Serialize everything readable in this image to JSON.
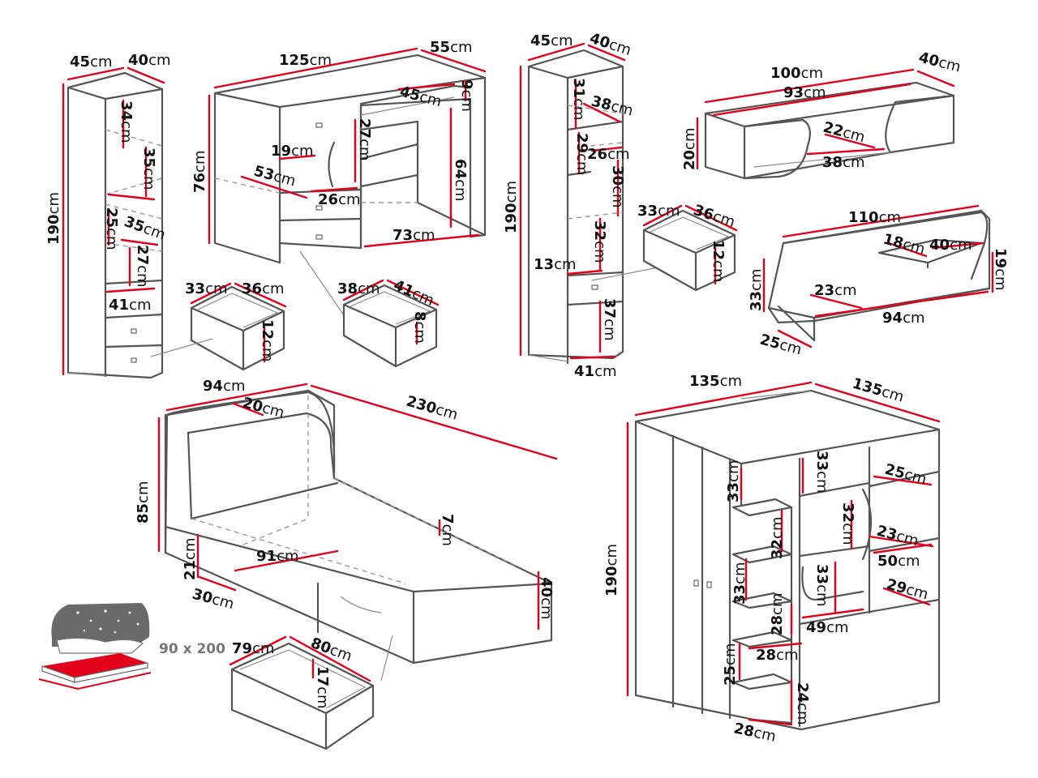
{
  "colors": {
    "dimension_line": "#e3001b",
    "outline": "#555555",
    "bed_icon_red": "#e3001b",
    "bed_icon_grey": "#6a6a6a"
  },
  "bed_icon": {
    "name": "bed-icon",
    "size_label": "90 x 200"
  },
  "bookcase_tall": {
    "width": {
      "num": "45",
      "unit": "cm"
    },
    "depth": {
      "num": "40",
      "unit": "cm"
    },
    "height": {
      "num": "190",
      "unit": "cm"
    },
    "shelf_1": {
      "num": "34",
      "unit": "cm"
    },
    "shelf_2": {
      "num": "35",
      "unit": "cm"
    },
    "shelf_3": {
      "num": "25",
      "unit": "cm"
    },
    "shelf_depth": {
      "num": "35",
      "unit": "cm"
    },
    "shelf_4": {
      "num": "27",
      "unit": "cm"
    },
    "inner_width": {
      "num": "41",
      "unit": "cm"
    }
  },
  "drawer_1": {
    "width": {
      "num": "33",
      "unit": "cm"
    },
    "depth": {
      "num": "36",
      "unit": "cm"
    },
    "height": {
      "num": "12",
      "unit": "cm"
    }
  },
  "desk": {
    "width": {
      "num": "125",
      "unit": "cm"
    },
    "depth": {
      "num": "55",
      "unit": "cm"
    },
    "height": {
      "num": "76",
      "unit": "cm"
    },
    "top_shelf_depth": {
      "num": "45",
      "unit": "cm"
    },
    "top_shelf_height": {
      "num": "9",
      "unit": "cm"
    },
    "niche_height": {
      "num": "27",
      "unit": "cm"
    },
    "niche_width": {
      "num": "19",
      "unit": "cm"
    },
    "niche_depth": {
      "num": "53",
      "unit": "cm"
    },
    "niche_shelf": {
      "num": "26",
      "unit": "cm"
    },
    "leg_height": {
      "num": "64",
      "unit": "cm"
    },
    "knee_width": {
      "num": "73",
      "unit": "cm"
    }
  },
  "drawer_2": {
    "width": {
      "num": "38",
      "unit": "cm"
    },
    "depth": {
      "num": "41",
      "unit": "cm"
    },
    "height": {
      "num": "8",
      "unit": "cm"
    }
  },
  "bookcase_2": {
    "width": {
      "num": "45",
      "unit": "cm"
    },
    "depth": {
      "num": "40",
      "unit": "cm"
    },
    "height": {
      "num": "190",
      "unit": "cm"
    },
    "shelf_1": {
      "num": "31",
      "unit": "cm"
    },
    "shelf_depth": {
      "num": "38",
      "unit": "cm"
    },
    "shelf_2": {
      "num": "29",
      "unit": "cm"
    },
    "shelf_width": {
      "num": "26",
      "unit": "cm"
    },
    "shelf_3": {
      "num": "30",
      "unit": "cm"
    },
    "shelf_4": {
      "num": "32",
      "unit": "cm"
    },
    "drawer_front": {
      "num": "13",
      "unit": "cm"
    },
    "bottom": {
      "num": "37",
      "unit": "cm"
    },
    "inner_width": {
      "num": "41",
      "unit": "cm"
    }
  },
  "drawer_3": {
    "width": {
      "num": "33",
      "unit": "cm"
    },
    "depth": {
      "num": "36",
      "unit": "cm"
    },
    "height": {
      "num": "12",
      "unit": "cm"
    }
  },
  "wall_shelf_1": {
    "width": {
      "num": "100",
      "unit": "cm"
    },
    "depth": {
      "num": "40",
      "unit": "cm"
    },
    "inner_width": {
      "num": "93",
      "unit": "cm"
    },
    "height": {
      "num": "20",
      "unit": "cm"
    },
    "inner_depth": {
      "num": "22",
      "unit": "cm"
    },
    "bottom_width": {
      "num": "38",
      "unit": "cm"
    }
  },
  "wall_shelf_2": {
    "width": {
      "num": "110",
      "unit": "cm"
    },
    "small_shelf_depth": {
      "num": "18",
      "unit": "cm"
    },
    "small_shelf_width": {
      "num": "40",
      "unit": "cm"
    },
    "side_height": {
      "num": "19",
      "unit": "cm"
    },
    "height": {
      "num": "33",
      "unit": "cm"
    },
    "shelf_depth": {
      "num": "23",
      "unit": "cm"
    },
    "shelf_width": {
      "num": "94",
      "unit": "cm"
    },
    "depth": {
      "num": "25",
      "unit": "cm"
    }
  },
  "bed": {
    "width": {
      "num": "94",
      "unit": "cm"
    },
    "headboard": {
      "num": "20",
      "unit": "cm"
    },
    "length": {
      "num": "230",
      "unit": "cm"
    },
    "height": {
      "num": "85",
      "unit": "cm"
    },
    "rail": {
      "num": "7",
      "unit": "cm"
    },
    "base_height": {
      "num": "21",
      "unit": "cm"
    },
    "inner_width": {
      "num": "91",
      "unit": "cm"
    },
    "base_depth": {
      "num": "30",
      "unit": "cm"
    },
    "side_height": {
      "num": "40",
      "unit": "cm"
    }
  },
  "drawer_4": {
    "width": {
      "num": "79",
      "unit": "cm"
    },
    "depth": {
      "num": "80",
      "unit": "cm"
    },
    "height": {
      "num": "17",
      "unit": "cm"
    }
  },
  "corner_wardrobe": {
    "width_left": {
      "num": "135",
      "unit": "cm"
    },
    "width_right": {
      "num": "135",
      "unit": "cm"
    },
    "height": {
      "num": "190",
      "unit": "cm"
    },
    "shelf_a1": {
      "num": "33",
      "unit": "cm"
    },
    "shelf_b1": {
      "num": "33",
      "unit": "cm"
    },
    "shelf_c1": {
      "num": "25",
      "unit": "cm"
    },
    "shelf_b2": {
      "num": "32",
      "unit": "cm"
    },
    "shelf_a2": {
      "num": "32",
      "unit": "cm"
    },
    "shelf_c2": {
      "num": "23",
      "unit": "cm"
    },
    "shelf_c3": {
      "num": "50",
      "unit": "cm"
    },
    "shelf_a3": {
      "num": "33",
      "unit": "cm"
    },
    "shelf_b3": {
      "num": "33",
      "unit": "cm"
    },
    "shelf_c4": {
      "num": "29",
      "unit": "cm"
    },
    "shelf_a4": {
      "num": "28",
      "unit": "cm"
    },
    "shelf_b4": {
      "num": "49",
      "unit": "cm"
    },
    "shelf_a5": {
      "num": "28",
      "unit": "cm"
    },
    "shelf_a6": {
      "num": "25",
      "unit": "cm"
    },
    "shelf_a7": {
      "num": "24",
      "unit": "cm"
    },
    "shelf_a8": {
      "num": "28",
      "unit": "cm"
    }
  }
}
